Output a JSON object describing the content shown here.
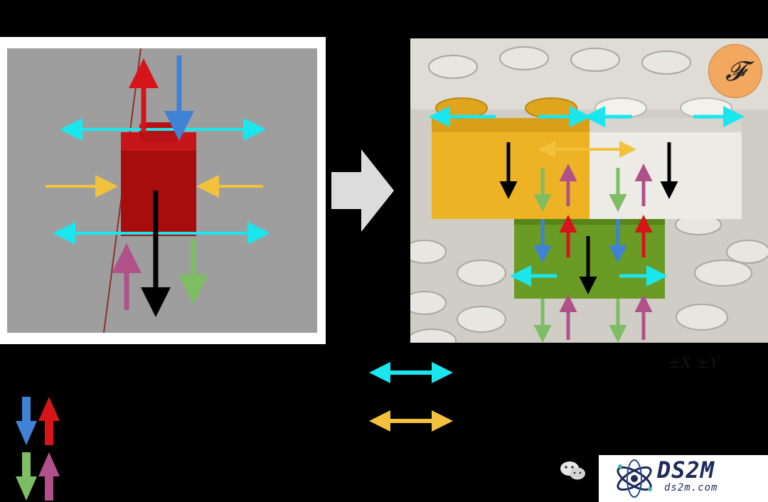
{
  "badge_symbol": "𝓕",
  "axis_label": "±X   ±Y",
  "watermark": {
    "brand": "DS2M",
    "site": "ds2m.com"
  },
  "colors": {
    "cyan": "#1ae6ee",
    "yellow": "#f3c23d",
    "red": "#d8141b",
    "blue": "#3f82d6",
    "green": "#7ebd63",
    "magenta": "#b05189",
    "black": "#000000",
    "brick_red": "#a80d0d",
    "brick_yellow": "#eeb324",
    "brick_white": "#ecebe6",
    "brick_green": "#6a9b24"
  }
}
